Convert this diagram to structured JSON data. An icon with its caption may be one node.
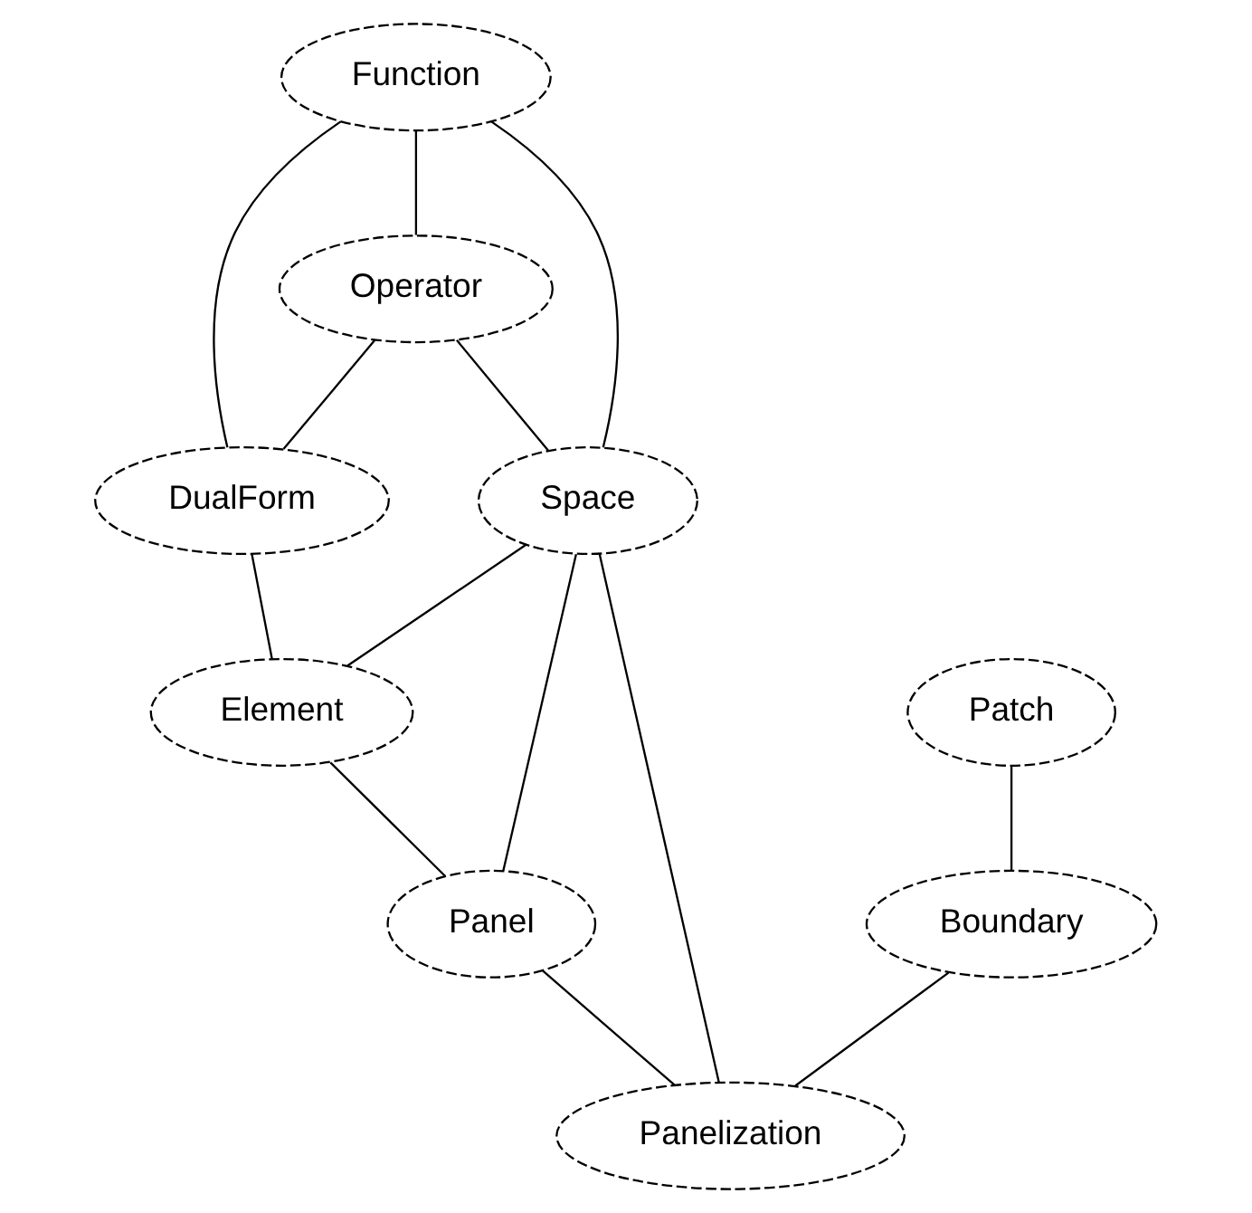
{
  "diagram": {
    "nodes": [
      {
        "text": [
          "Function"
        ]
      },
      {
        "text": [
          "Operator"
        ]
      },
      {
        "text": [
          "DualForm"
        ]
      },
      {
        "text": [
          "Space"
        ]
      },
      {
        "text": [
          "Element"
        ]
      },
      {
        "text": [
          "Patch"
        ]
      },
      {
        "text": [
          "Panel"
        ]
      },
      {
        "text": [
          "Boundary"
        ]
      },
      {
        "text": [
          "Panelization"
        ]
      }
    ],
    "edges": [
      {
        "from": 0,
        "to": 1,
        "arrow": "none"
      },
      {
        "from": 0,
        "to": 2,
        "arrow": "none"
      },
      {
        "from": 0,
        "to": 3,
        "arrow": "none"
      },
      {
        "from": 1,
        "to": 2,
        "arrow": "none"
      },
      {
        "from": 1,
        "to": 3,
        "arrow": "none"
      },
      {
        "from": 2,
        "to": 4,
        "arrow": "none"
      },
      {
        "from": 3,
        "to": 4,
        "arrow": "none"
      },
      {
        "from": 3,
        "to": 6,
        "arrow": "none"
      },
      {
        "from": 3,
        "to": 8,
        "arrow": "none"
      },
      {
        "from": 4,
        "to": 6,
        "arrow": "none"
      },
      {
        "from": 6,
        "to": 8,
        "arrow": "none"
      },
      {
        "from": 5,
        "to": 7,
        "arrow": "none"
      },
      {
        "from": 7,
        "to": 8,
        "arrow": "none"
      }
    ]
  }
}
